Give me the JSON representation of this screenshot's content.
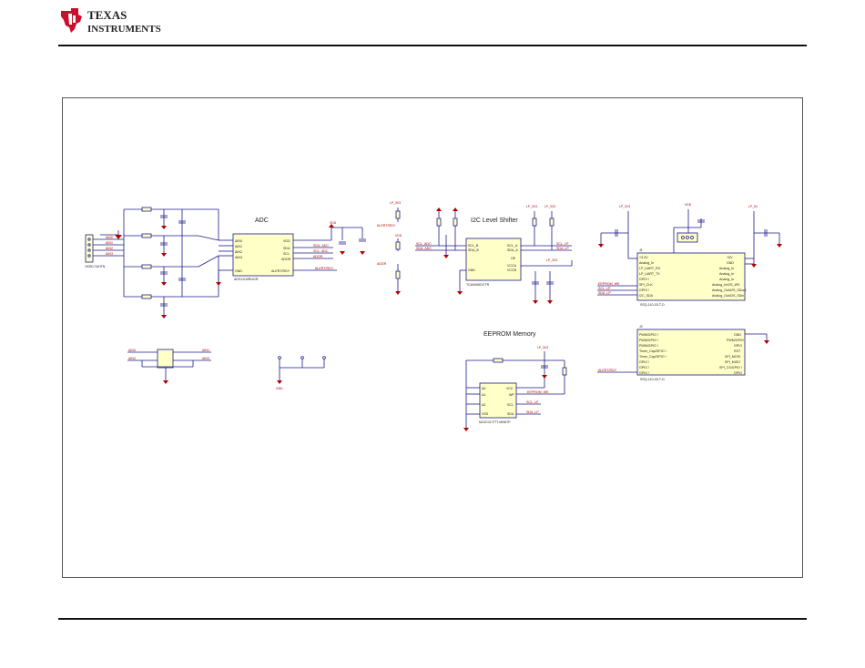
{
  "header": {
    "brand_line1": "TEXAS",
    "brand_line2": "INSTRUMENTS",
    "brand_color": "#c8102e"
  },
  "schematic": {
    "sections": {
      "adc": "ADC",
      "shifter": "I2C Level Shifter",
      "eeprom": "EEPROM Memory"
    },
    "parts": {
      "u1": "ADS1115IRUGR",
      "u2": "TCA9406DCTR",
      "u3": "M24C02-FTT-MN6TP",
      "j1": "SSQ-110-03-T-D",
      "j2": "SSQ-110-03-T-D",
      "input_conn": "1935174/HTN"
    },
    "nets": {
      "alert_rdy": "ALERT/RDY",
      "sda_adc": "SDA_ADC",
      "scl_adc": "SCL_ADC",
      "addr": "ADDR",
      "lp_3v3": "LP_3V3",
      "vdd": "VDD",
      "gnd": "GND",
      "scl_lp": "SCL_LP",
      "sda_lp": "SDA_LP",
      "eeprom_wp": "EEPROM_WE",
      "ain0": "AIN0",
      "ain1": "AIN1",
      "ain2": "AIN2",
      "ain3": "AIN3"
    }
  }
}
